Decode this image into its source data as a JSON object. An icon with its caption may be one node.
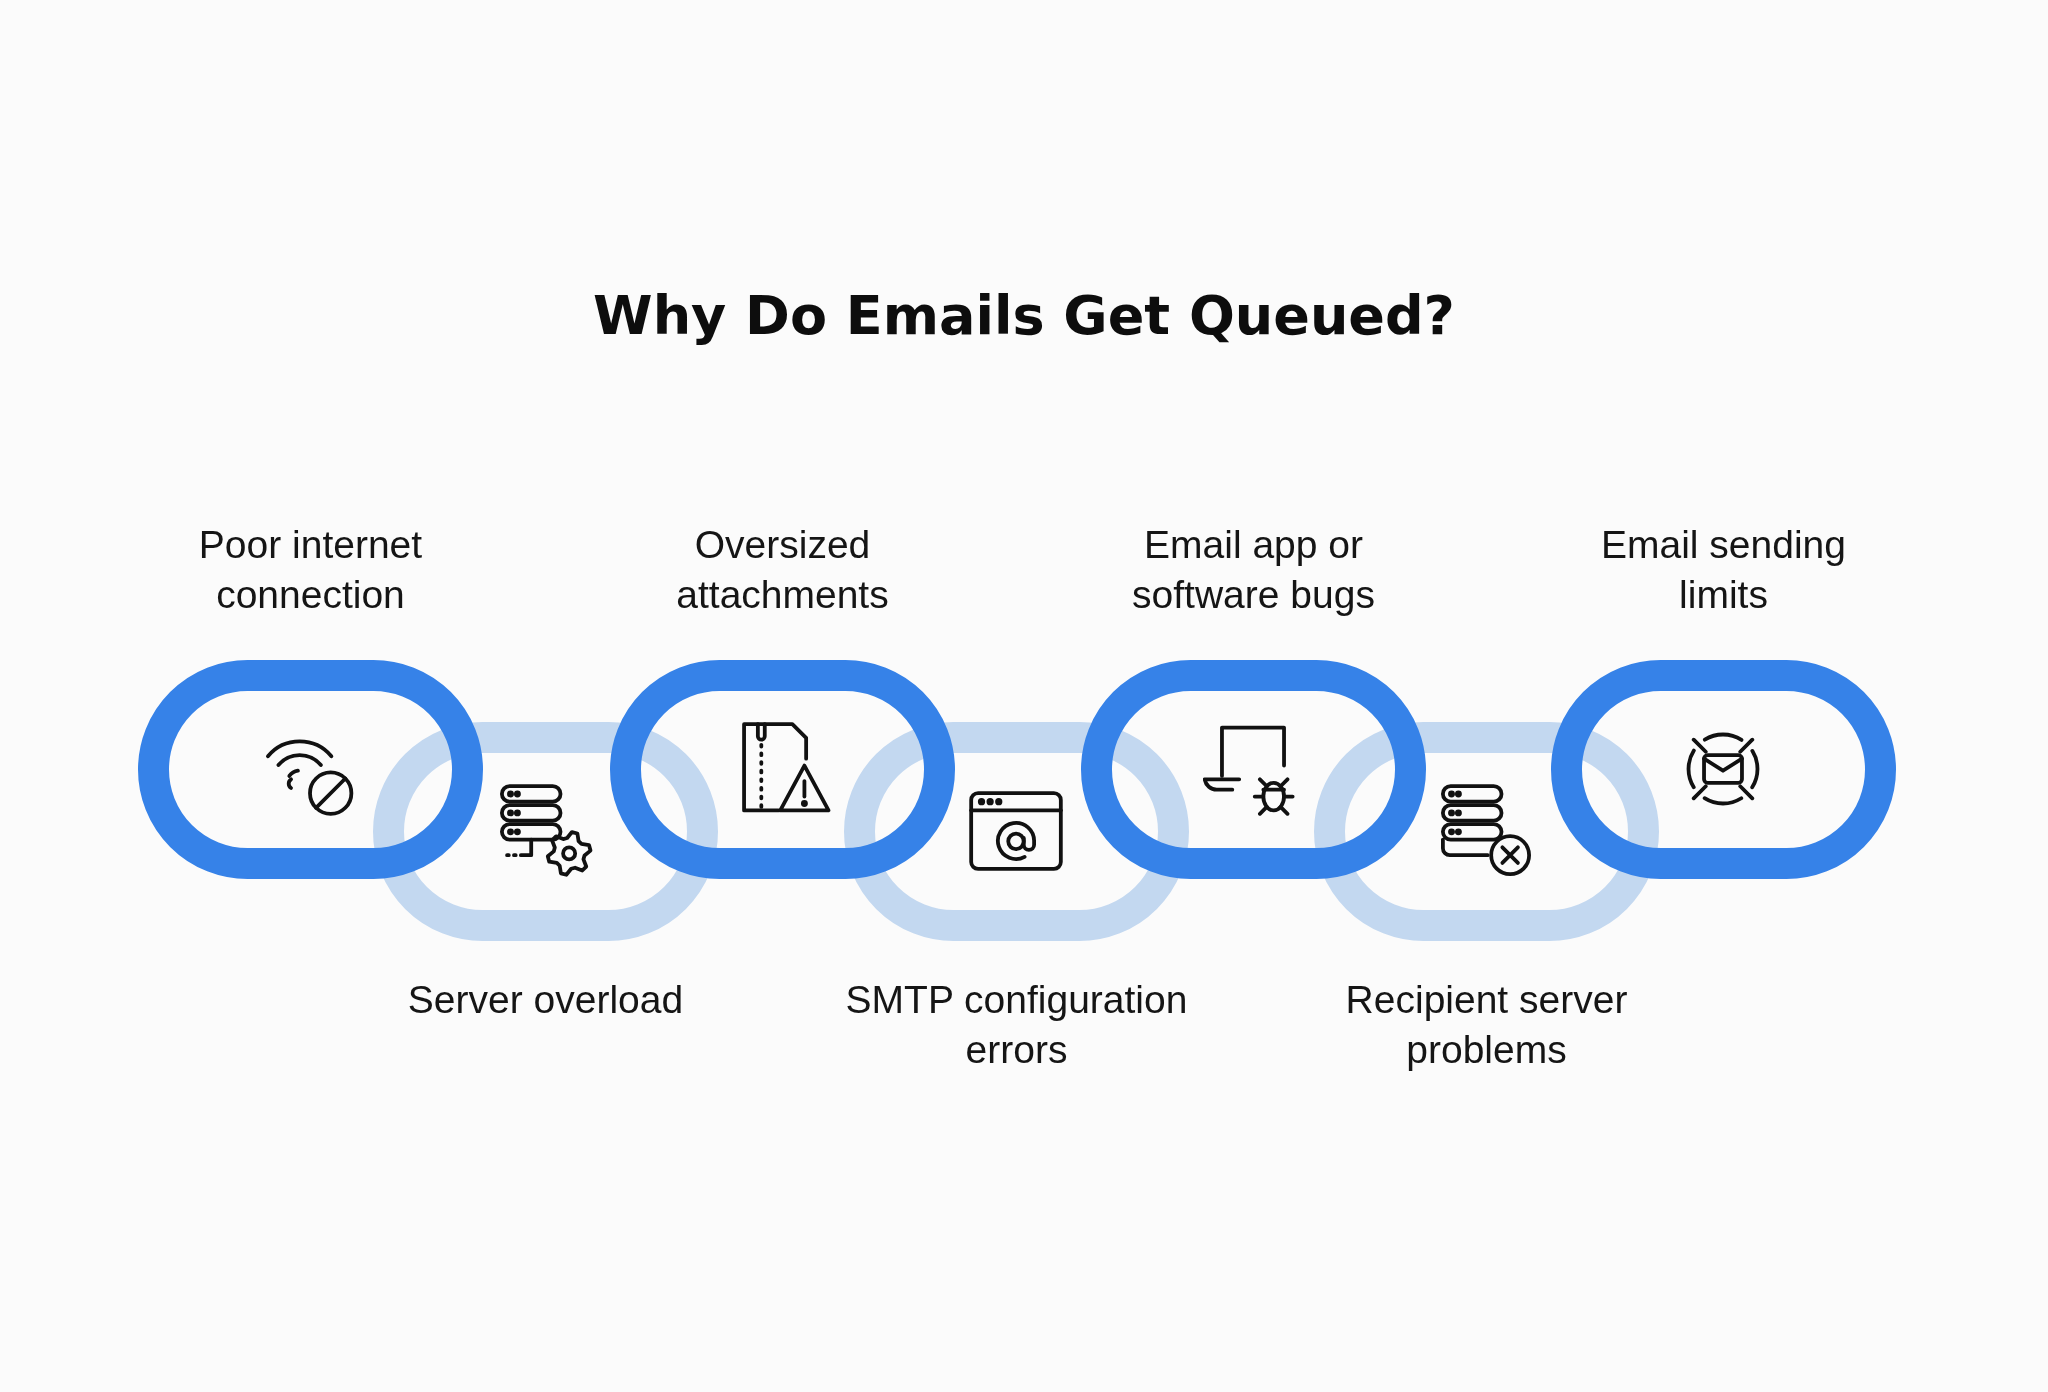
{
  "diagram": {
    "title": "Why Do Emails Get Queued?",
    "nodes": [
      {
        "text": [
          "Poor internet connection"
        ]
      },
      {
        "text": [
          "Server overload"
        ]
      },
      {
        "text": [
          "Oversized attachments"
        ]
      },
      {
        "text": [
          "SMTP configuration errors"
        ]
      },
      {
        "text": [
          "Email app or software bugs"
        ]
      },
      {
        "text": [
          "Recipient server problems"
        ]
      },
      {
        "text": [
          "Email sending limits"
        ]
      }
    ]
  }
}
